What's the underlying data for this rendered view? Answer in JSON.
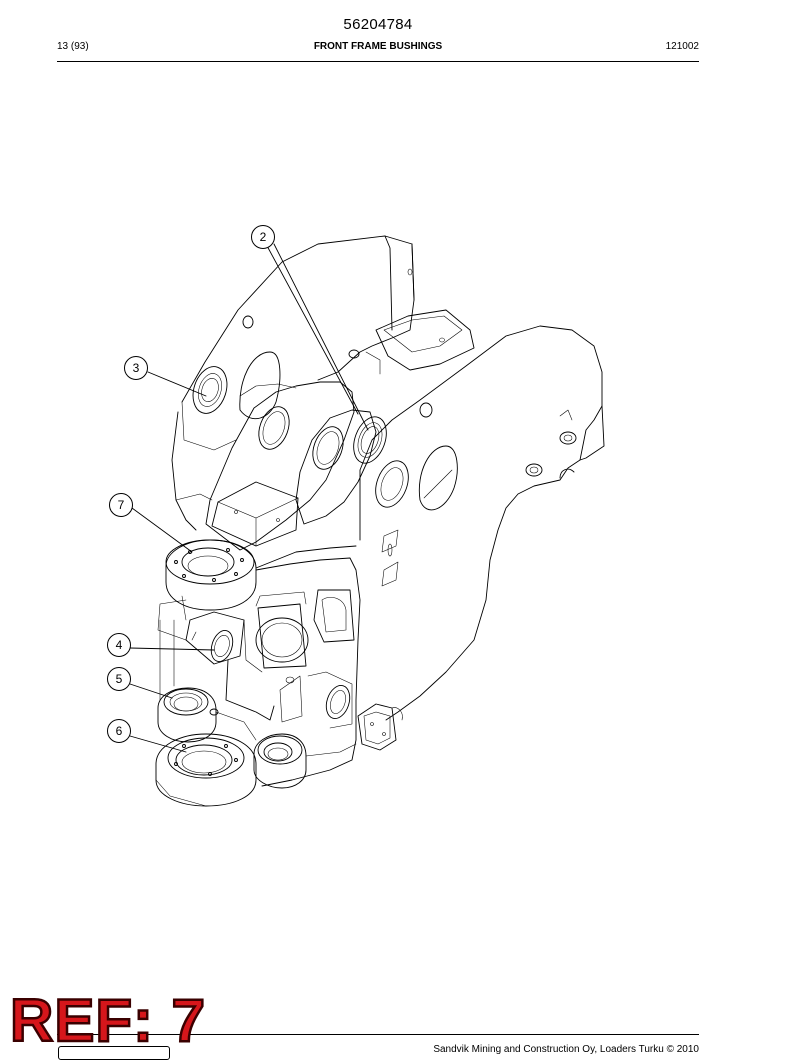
{
  "header": {
    "document_number": "56204784",
    "page": "13 (93)",
    "title": "FRONT FRAME BUSHINGS",
    "revision": "121002"
  },
  "callouts": [
    "2",
    "3",
    "7",
    "4",
    "5",
    "6"
  ],
  "footer": {
    "copyright": "Sandvik Mining and Construction Oy, Loaders Turku © 2010",
    "stamp": "REF: 7"
  }
}
